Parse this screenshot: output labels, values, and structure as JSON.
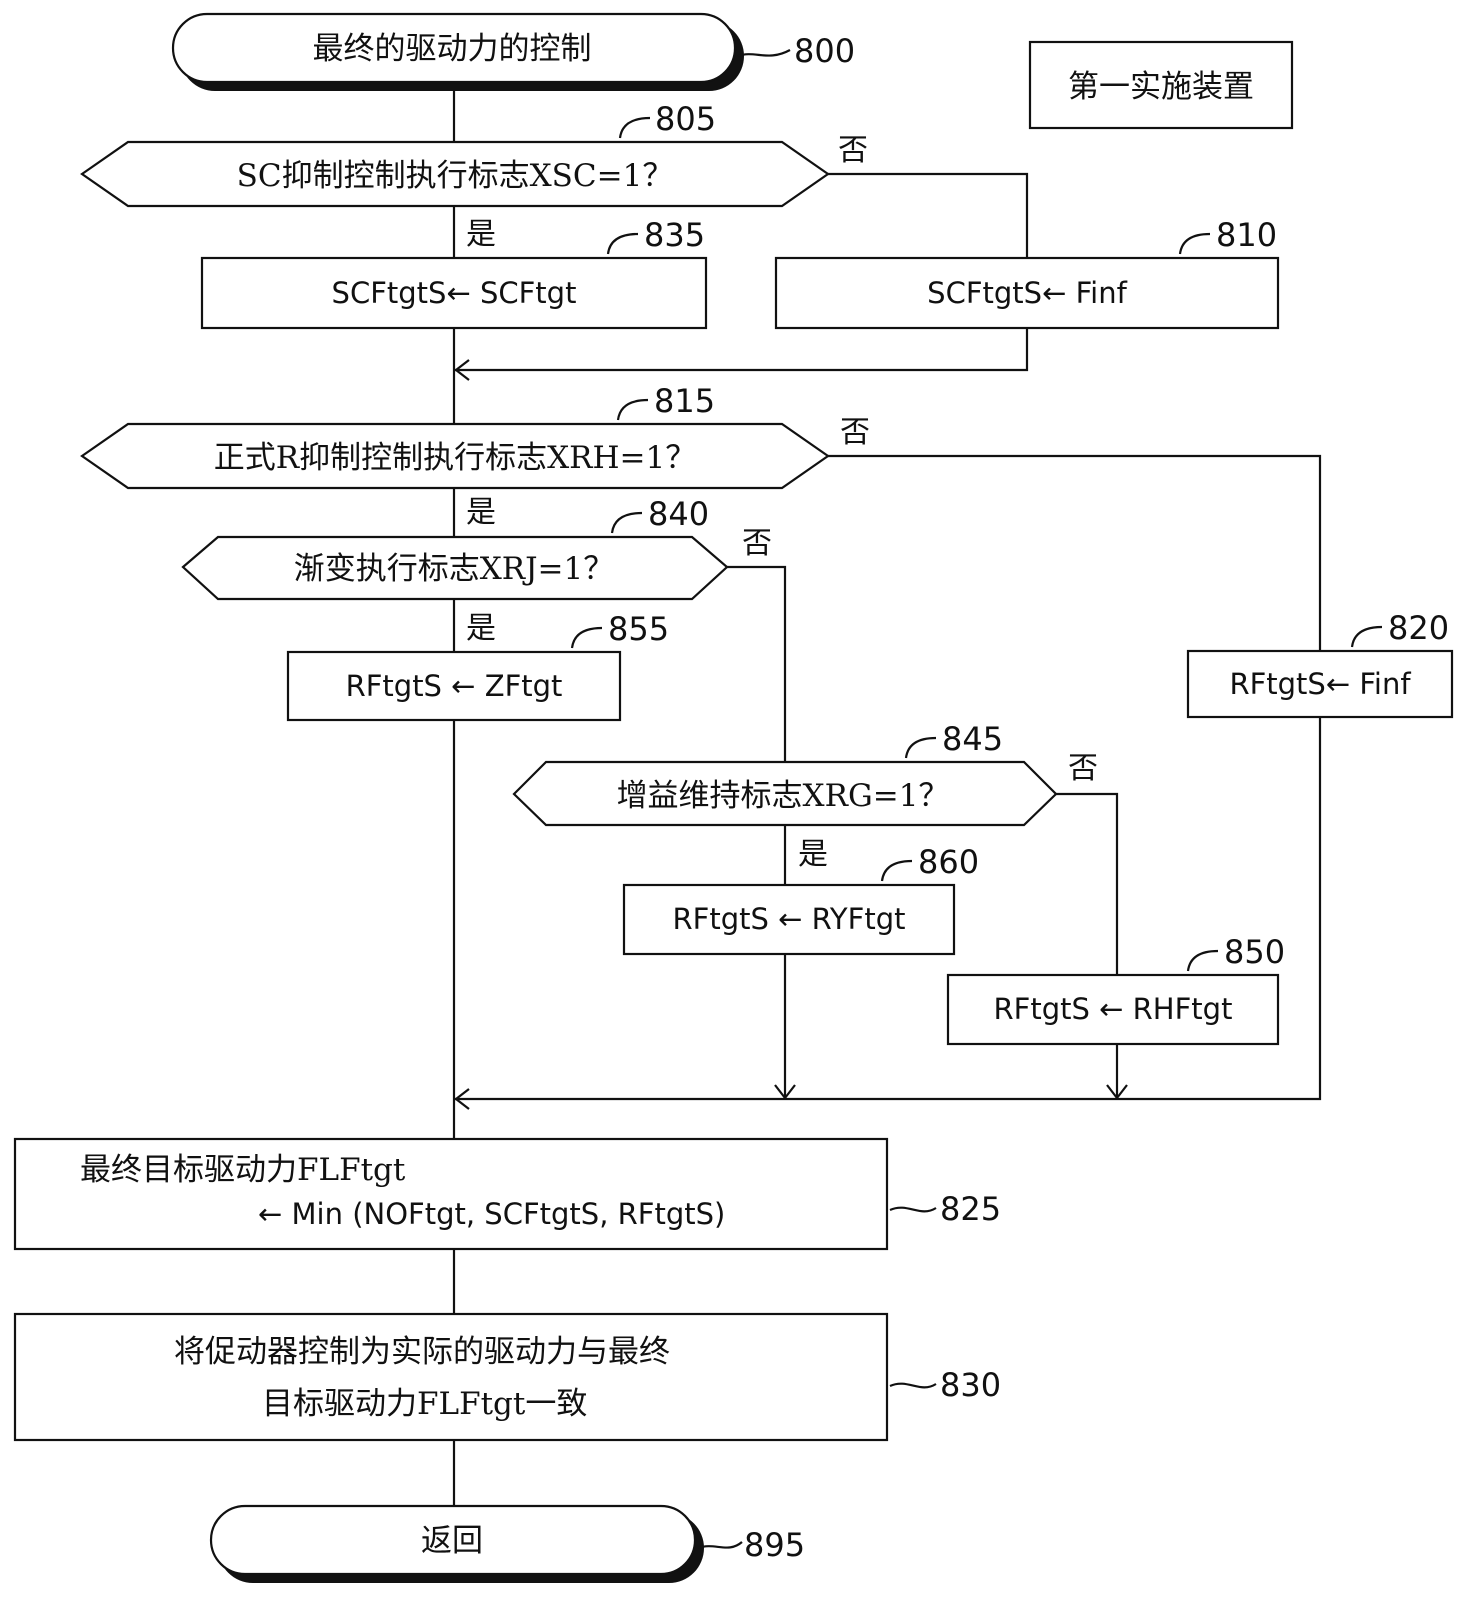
{
  "device_label": "第一实施装置",
  "start": {
    "label": "最终的驱动力的控制",
    "step": "800"
  },
  "decisions": {
    "d805": {
      "label": "SC抑制控制执行标志XSC=1？",
      "step": "805"
    },
    "d815": {
      "label": "正式R抑制控制执行标志XRH=1？",
      "step": "815"
    },
    "d840": {
      "label": "渐变执行标志XRJ=1？",
      "step": "840"
    },
    "d845": {
      "label": "增益维持标志XRG=1？",
      "step": "845"
    }
  },
  "processes": {
    "p835": {
      "label": "SCFtgtS← SCFtgt",
      "step": "835"
    },
    "p810": {
      "label": "SCFtgtS← Finf",
      "step": "810"
    },
    "p855": {
      "label": "RFtgtS ← ZFtgt",
      "step": "855"
    },
    "p820": {
      "label": "RFtgtS← Finf",
      "step": "820"
    },
    "p860": {
      "label": "RFtgtS ← RYFtgt",
      "step": "860"
    },
    "p850": {
      "label": "RFtgtS ← RHFtgt",
      "step": "850"
    },
    "p825": {
      "line1": "最终目标驱动力FLFtgt",
      "line2": "← Min (NOFtgt, SCFtgtS, RFtgtS)",
      "step": "825"
    },
    "p830": {
      "line1": "将促动器控制为实际的驱动力与最终",
      "line2": "目标驱动力FLFtgt一致",
      "step": "830"
    }
  },
  "end": {
    "label": "返回",
    "step": "895"
  },
  "branch_labels": {
    "yes": "是",
    "no": "否"
  }
}
